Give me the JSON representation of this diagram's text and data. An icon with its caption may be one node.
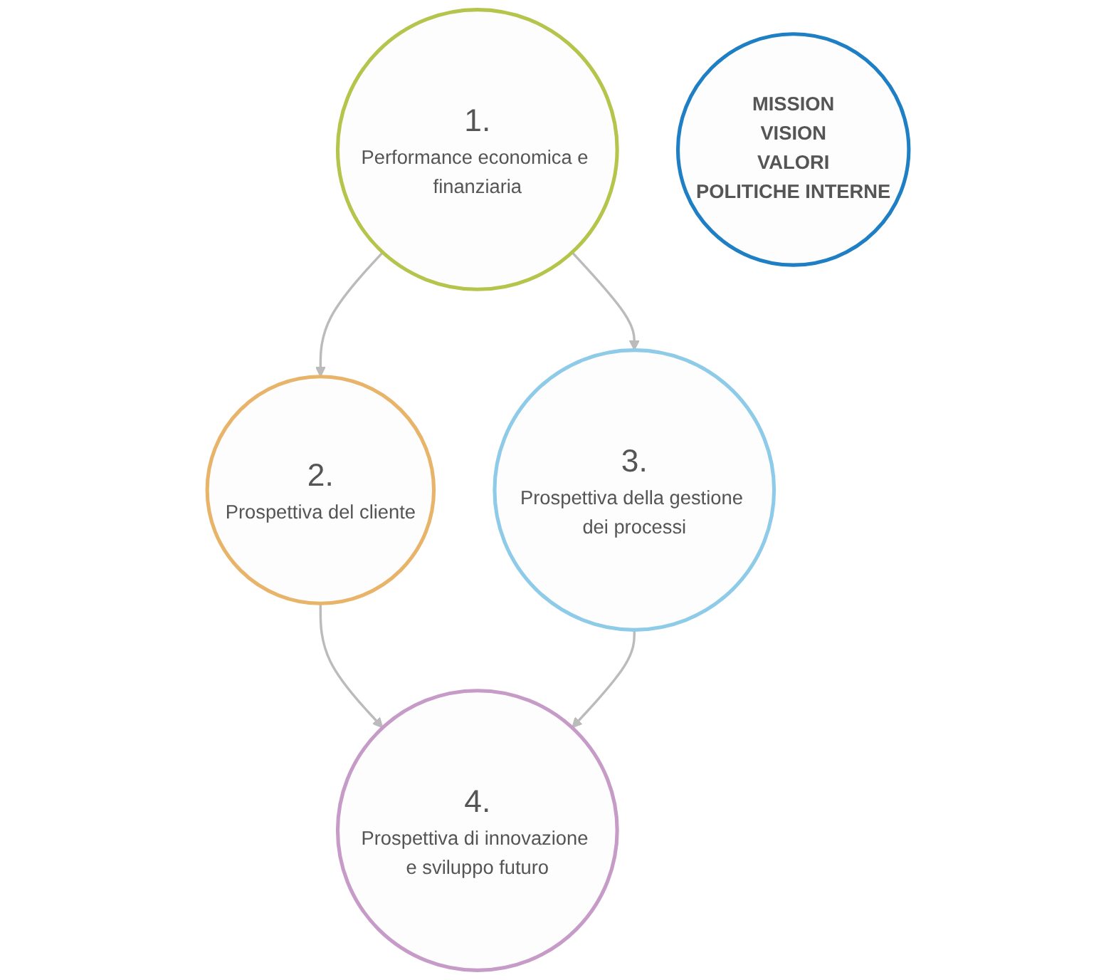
{
  "diagram": {
    "nodes": [
      {
        "text": [
          "1.",
          "Performance economica e finanziaria"
        ]
      },
      {
        "text": [
          "2.",
          "Prospettiva del cliente"
        ]
      },
      {
        "text": [
          "MISSION",
          "VISION",
          "VALORI",
          "POLITICHE INTERNE"
        ]
      },
      {
        "text": [
          "3.",
          "Prospettiva della gestione dei processi"
        ]
      },
      {
        "text": [
          "4.",
          "Prospettiva di innovazione e sviluppo futuro"
        ]
      }
    ],
    "edges": [
      {
        "from": 0,
        "to": 1,
        "arrow": "to"
      },
      {
        "from": 1,
        "to": 4,
        "arrow": "to"
      },
      {
        "from": 0,
        "to": 3,
        "arrow": "to"
      },
      {
        "from": 3,
        "to": 4,
        "arrow": "to"
      }
    ]
  }
}
